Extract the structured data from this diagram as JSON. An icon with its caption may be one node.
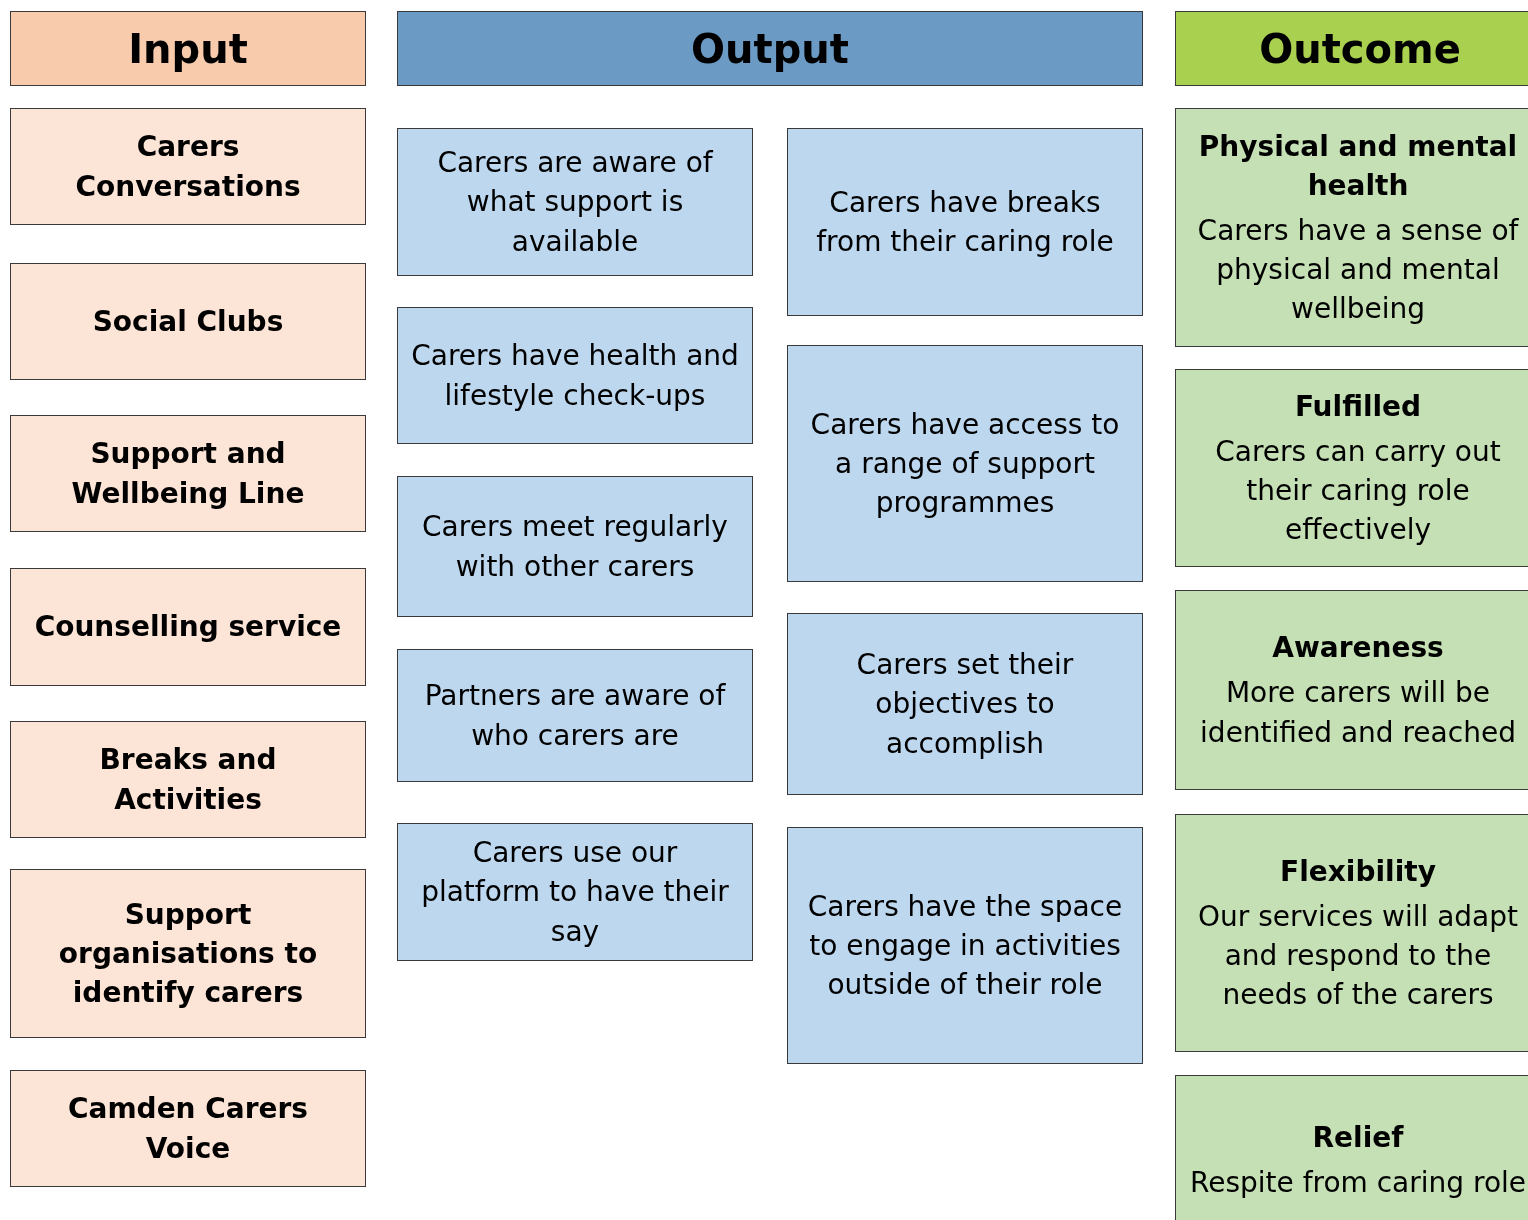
{
  "diagram": {
    "nodes": [
      {
        "text": [
          "Input"
        ]
      },
      {
        "text": [
          "Output"
        ]
      },
      {
        "text": [
          "Outcome"
        ]
      },
      {
        "text": [
          "Carers Conversations"
        ]
      },
      {
        "text": [
          "Social Clubs"
        ]
      },
      {
        "text": [
          "Support and Wellbeing Line"
        ]
      },
      {
        "text": [
          "Counselling service"
        ]
      },
      {
        "text": [
          "Breaks and Activities"
        ]
      },
      {
        "text": [
          "Support organisations to identify carers"
        ]
      },
      {
        "text": [
          "Camden Carers Voice"
        ]
      },
      {
        "text": [
          "Carers are aware of what support is available"
        ]
      },
      {
        "text": [
          "Carers have health and lifestyle check-ups"
        ]
      },
      {
        "text": [
          "Carers meet regularly with other carers"
        ]
      },
      {
        "text": [
          "Partners are aware of who carers are"
        ]
      },
      {
        "text": [
          "Carers use our platform to have their say"
        ]
      },
      {
        "text": [
          "Carers have breaks from their caring role"
        ]
      },
      {
        "text": [
          "Carers have access to a range of support programmes"
        ]
      },
      {
        "text": [
          "Carers set their objectives to accomplish"
        ]
      },
      {
        "text": [
          "Carers have the space to engage in activities outside of their role"
        ]
      },
      {
        "text": [
          "Physical and mental health",
          "Carers have a sense of physical and mental wellbeing"
        ]
      },
      {
        "text": [
          "Fulfilled",
          "Carers can carry out their caring role effectively"
        ]
      },
      {
        "text": [
          "Awareness",
          "More carers will be identified and reached"
        ]
      },
      {
        "text": [
          "Flexibility",
          "Our services will adapt and respond to the needs of the carers"
        ]
      },
      {
        "text": [
          "Relief",
          "Respite from caring role"
        ]
      }
    ]
  }
}
